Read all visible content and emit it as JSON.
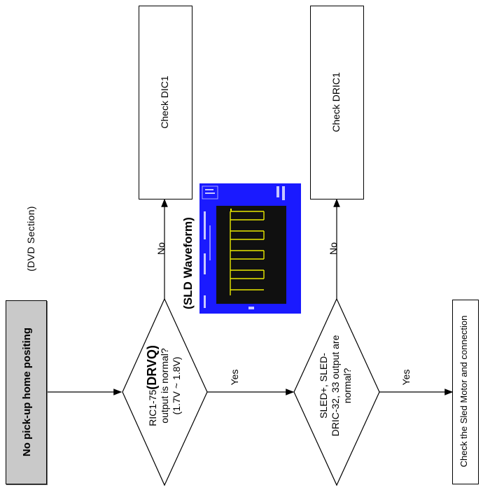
{
  "start": {
    "label": "No pick-up home positing"
  },
  "section": {
    "label": "(DVD Section)"
  },
  "decision1": {
    "prefix": "RIC1-75",
    "bold": "(DRVQ)",
    "line2": "output is normal?",
    "line3": "(1.7V ~ 1.8V)"
  },
  "decision2": {
    "line1": "SLED+, SLED-",
    "line2": "DRIC-32, 33 output are",
    "line3": "normal?"
  },
  "check1": {
    "label": "Check DIC1"
  },
  "check2": {
    "label": "Check DRIC1"
  },
  "final": {
    "label": "Check the Sled Motor and connection"
  },
  "labels": {
    "no1": "No",
    "yes1": "Yes",
    "no2": "No",
    "yes2": "Yes"
  },
  "waveform": {
    "caption": "(SLD Waveform)",
    "screen_color": "#1a1aff"
  }
}
